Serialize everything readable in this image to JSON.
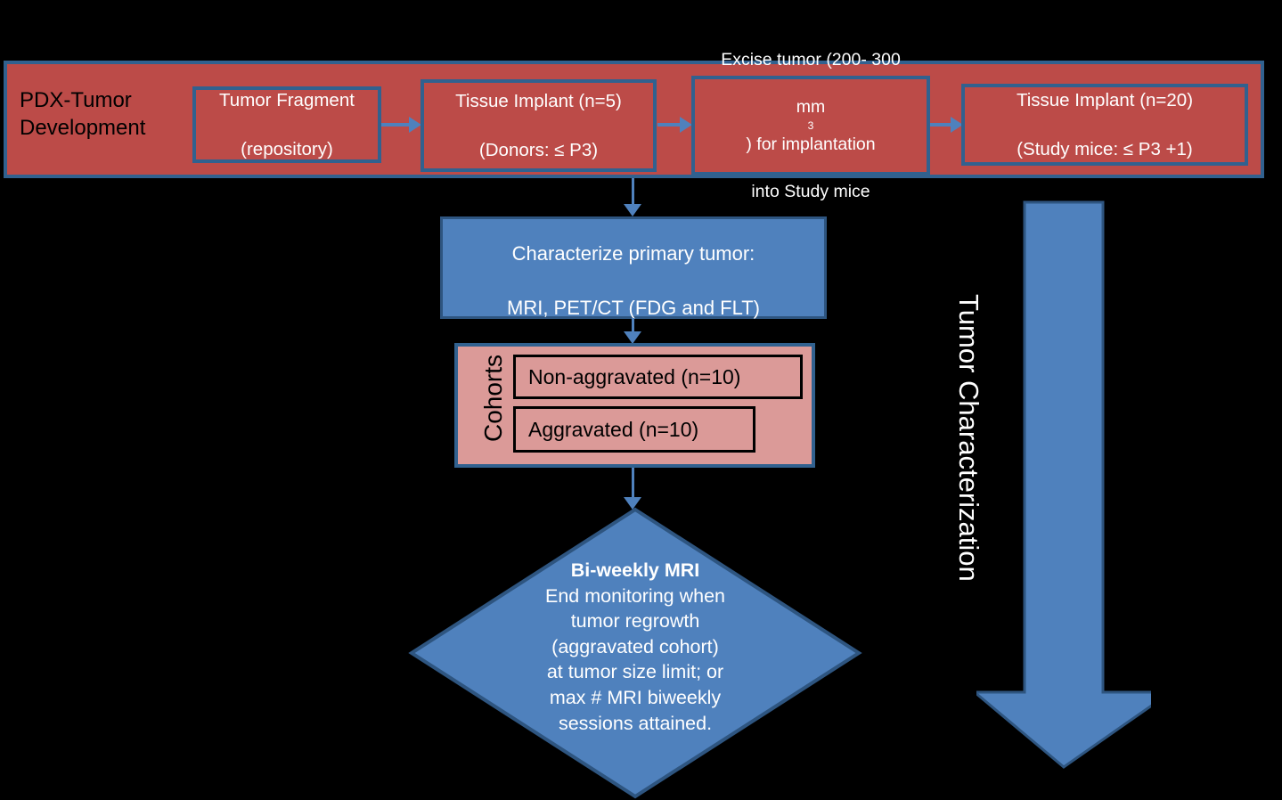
{
  "diagram": {
    "title": "PDX Tumor Development and Characterization Workflow",
    "colors": {
      "banner_red": "#BC4B48",
      "box_border_blue": "#31618F",
      "accent_blue": "#4F81BD",
      "cohort_pink": "#DB9A98",
      "background": "#000000",
      "white_text": "#FFFFFF",
      "black_text": "#000000"
    },
    "banner": {
      "label": "PDX-Tumor Development",
      "steps": [
        {
          "line1": "Tumor Fragment",
          "line2": "(repository)"
        },
        {
          "line1": "Tissue Implant (n=5)",
          "line2": "(Donors: ≤ P3)"
        },
        {
          "line1": "Excise tumor (200- 300",
          "line2_pre": "mm",
          "line2_sup": "3",
          "line2_post": ") for implantation",
          "line3": "into Study mice"
        },
        {
          "line1": "Tissue Implant (n=20)",
          "line2": "(Study mice: ≤ P3 +1)"
        }
      ]
    },
    "characterize": {
      "line1": "Characterize primary tumor:",
      "line2": "MRI, PET/CT (FDG and FLT)"
    },
    "cohorts": {
      "label": "Cohorts",
      "items": [
        {
          "label": "Non-aggravated (n=10)"
        },
        {
          "label": "Aggravated (n=10)"
        }
      ]
    },
    "decision": {
      "heading": "Bi-weekly MRI",
      "body": "End monitoring when\ntumor regrowth\n(aggravated cohort)\nat tumor size limit; or\nmax # MRI biweekly\nsessions attained."
    },
    "side_arrow": {
      "label": "Tumor Characterization"
    }
  }
}
